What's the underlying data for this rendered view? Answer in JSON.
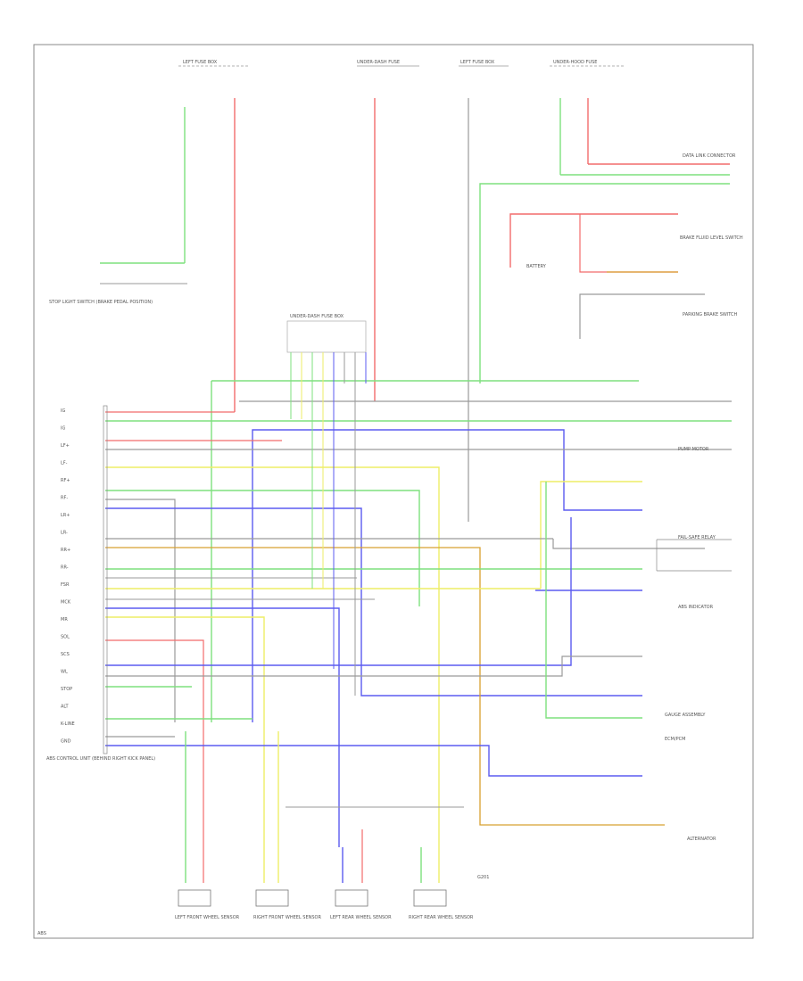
{
  "diagram": {
    "wire_colors": {
      "green": "#7ee07e",
      "red": "#f26b6b",
      "blue": "#5b5bf0",
      "yellow": "#eeee66",
      "gray": "#9a9a9a",
      "orange": "#d8a030",
      "light_green": "#a8f0a8"
    },
    "labels": {
      "top_fuse_a": "LEFT FUSE BOX",
      "top_fuse_b": "UNDER-DASH FUSE",
      "top_fuse_c": "LEFT FUSE BOX",
      "top_fuse_d": "UNDER-HOOD FUSE",
      "left_switch": "STOP LIGHT SWITCH (BRAKE PEDAL POSITION)",
      "module": "ABS CONTROL UNIT (BEHIND RIGHT KICK PANEL)",
      "junction": "UNDER-DASH FUSE BOX",
      "right_connector": "DATA LINK CONNECTOR",
      "brake_switch": "BRAKE FLUID LEVEL SWITCH",
      "parking_brake": "PARKING BRAKE SWITCH",
      "pump_motor": "PUMP MOTOR",
      "relay": "FAIL-SAFE RELAY",
      "abs_light": "ABS INDICATOR",
      "bat_label": "BATTERY",
      "lf_sensor": "LEFT FRONT WHEEL SENSOR",
      "rf_sensor": "RIGHT FRONT WHEEL SENSOR",
      "lr_sensor": "LEFT REAR WHEEL SENSOR",
      "rr_sensor": "RIGHT REAR WHEEL SENSOR",
      "gauge": "GAUGE ASSEMBLY",
      "alternator": "ALTERNATOR",
      "ecm": "ECM/PCM",
      "g_note": "G201",
      "footer": "ABS"
    },
    "pins": [
      "IG",
      "IG",
      "LF+",
      "LF-",
      "RF+",
      "RF-",
      "LR+",
      "LR-",
      "RR+",
      "RR-",
      "FSR",
      "MCK",
      "MR",
      "SOL",
      "SCS",
      "WL",
      "STOP",
      "ALT",
      "K-LINE",
      "GND"
    ]
  }
}
